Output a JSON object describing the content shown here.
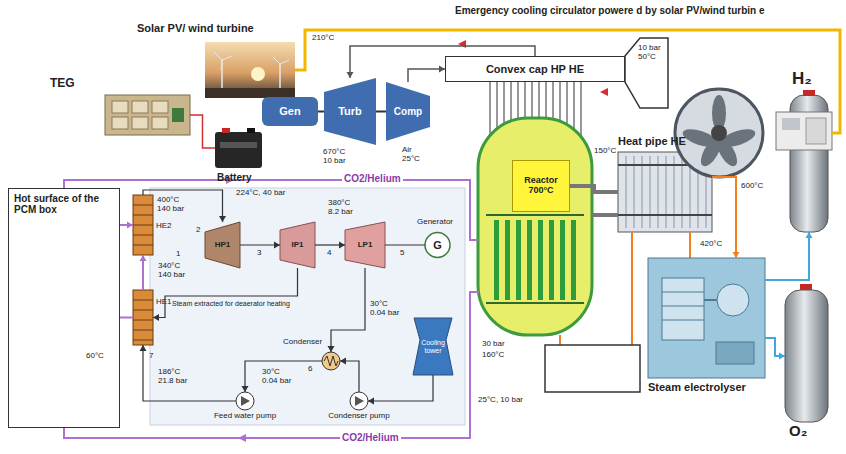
{
  "diagram": {
    "nodes": [
      {
        "text": [
          "Solar PV/ wind turbine"
        ]
      },
      {
        "text": [
          "Emergency cooling circulator powere d by solar PV/wind turbin e"
        ]
      },
      {
        "text": [
          "TEG"
        ]
      },
      {
        "text": [
          "Battery"
        ]
      },
      {
        "text": [
          "Gen"
        ]
      },
      {
        "text": [
          "Turb"
        ]
      },
      {
        "text": [
          "Comp"
        ]
      },
      {
        "text": [
          "Convex cap HP HE"
        ]
      },
      {
        "text": [
          "Hot surface of the PCM box"
        ]
      },
      {
        "text": [
          "HE2"
        ]
      },
      {
        "text": [
          "HE1"
        ]
      },
      {
        "text": [
          "HP1"
        ]
      },
      {
        "text": [
          "IP1"
        ]
      },
      {
        "text": [
          "LP1"
        ]
      },
      {
        "text": [
          "Generator",
          "G"
        ]
      },
      {
        "text": [
          "Condenser"
        ]
      },
      {
        "text": [
          "Cooling tower"
        ]
      },
      {
        "text": [
          "Feed water pump"
        ]
      },
      {
        "text": [
          "Condenser pump"
        ]
      },
      {
        "text": [
          "Reactor 700°C"
        ]
      },
      {
        "text": [
          "Heat pipe HE"
        ]
      },
      {
        "text": [
          "Steam electrolyser"
        ]
      },
      {
        "text": [
          "H₂"
        ]
      },
      {
        "text": [
          "O₂"
        ]
      }
    ],
    "edges": [
      {
        "from": 0,
        "to": 1,
        "arrow": "none"
      },
      {
        "from": 2,
        "to": 3,
        "arrow": "none"
      },
      {
        "from": 4,
        "to": 5,
        "arrow": "none"
      },
      {
        "from": 5,
        "to": 6,
        "arrow": "none"
      },
      {
        "from": 6,
        "to": 7,
        "arrow": "to"
      },
      {
        "from": 7,
        "to": 5,
        "arrow": "to"
      },
      {
        "from": 8,
        "to": 9,
        "arrow": "to"
      },
      {
        "from": 8,
        "to": 10,
        "arrow": "none"
      },
      {
        "from": 10,
        "to": 9,
        "arrow": "to"
      },
      {
        "from": 9,
        "to": 11,
        "arrow": "to"
      },
      {
        "from": 11,
        "to": 12,
        "arrow": "to"
      },
      {
        "from": 12,
        "to": 13,
        "arrow": "to"
      },
      {
        "from": 13,
        "to": 14,
        "arrow": "none"
      },
      {
        "from": 13,
        "to": 15,
        "arrow": "to"
      },
      {
        "from": 15,
        "to": 17,
        "arrow": "to"
      },
      {
        "from": 17,
        "to": 10,
        "arrow": "to"
      },
      {
        "from": 16,
        "to": 18,
        "arrow": "to"
      },
      {
        "from": 18,
        "to": 15,
        "arrow": "to"
      },
      {
        "from": 19,
        "to": 20,
        "arrow": "none"
      },
      {
        "from": 20,
        "to": 21,
        "arrow": "to"
      },
      {
        "from": 21,
        "to": 22,
        "arrow": "to"
      },
      {
        "from": 21,
        "to": 23,
        "arrow": "to"
      },
      {
        "from": 12,
        "to": 10,
        "arrow": "to"
      }
    ],
    "labels": [
      "210°C",
      "670°C 10 bar",
      "Air 25°C",
      "10 bar 50°C",
      "150°C",
      "600°C",
      "420°C",
      "CO2/Helium",
      "400°C 140 bar",
      "224°C, 40 bar",
      "380°C 8.2 bar",
      "2",
      "1",
      "340°C 140 bar",
      "3",
      "4",
      "5",
      "Steam extracted for deaerator heating",
      "30°C 0.04 bar",
      "6",
      "30°C 0.04 bar",
      "186°C 21.8 bar",
      "7",
      "60°C",
      "30 bar",
      "160°C",
      "25°C, 10 bar",
      "CO2/Helium"
    ]
  }
}
